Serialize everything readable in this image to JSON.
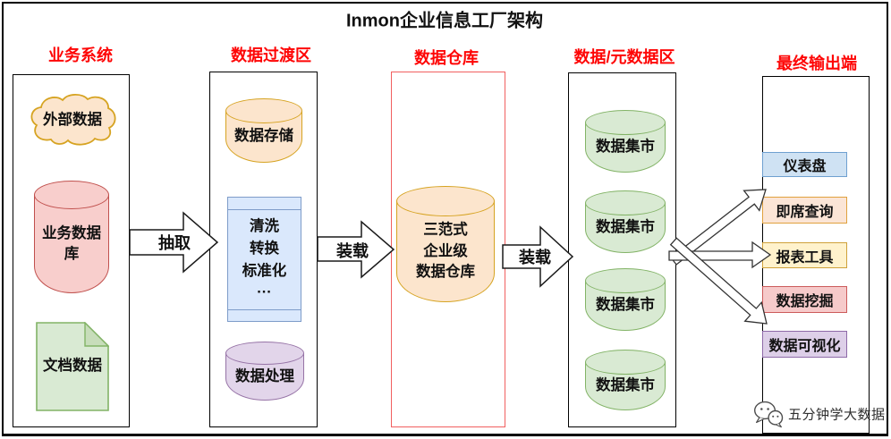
{
  "title": "Inmon企业信息工厂架构",
  "columns": {
    "business": {
      "header": "业务系统",
      "cloud": "外部数据",
      "database": "业务数据\n库",
      "document": "文档数据"
    },
    "staging": {
      "header": "数据过渡区",
      "storage": "数据存储",
      "etl": "清洗\n转换\n标准化\n···",
      "processing": "数据处理"
    },
    "warehouse": {
      "header": "数据仓库",
      "edw": "三范式\n企业级\n数据仓库"
    },
    "marts": {
      "header": "数据/元数据区",
      "mart1": "数据集市",
      "mart2": "数据集市",
      "mart3": "数据集市",
      "mart4": "数据集市"
    },
    "output": {
      "header": "最终输出端",
      "dashboard": "仪表盘",
      "adhoc_query": "即席查询",
      "report_tool": "报表工具",
      "data_mining": "数据挖掘",
      "data_visualization": "数据可视化"
    }
  },
  "flow_labels": {
    "extract": "抽取",
    "load1": "装载",
    "load2": "装载"
  },
  "footer": {
    "brand": "五分钟学大数据",
    "icon": "wechat-icon"
  },
  "colors": {
    "header_red": "#fe0505",
    "warehouse_box_border": "#f15f5f",
    "orange_fill": "#fce5cd",
    "orange_stroke": "#d6a321",
    "red_fill": "#f8cecc",
    "red_stroke": "#c0504d",
    "green_fill": "#d9ead3",
    "green_stroke": "#82b366",
    "blue_fill": "#dae8fc",
    "blue_stroke": "#7e9cc9",
    "purple_fill": "#e2d5ea",
    "purple_stroke": "#9673a6",
    "dashboard_fill": "#cfe2f3",
    "dashboard_stroke": "#6fa0d0",
    "adhoc_fill": "#fbe5d6",
    "adhoc_stroke": "#e0a13e",
    "report_fill": "#fff2cc",
    "report_stroke": "#cfa13a",
    "mining_fill": "#f6caca",
    "mining_stroke": "#cc5b5b",
    "visualization_fill": "#ddcfe8",
    "visualization_stroke": "#8e6aa8"
  }
}
